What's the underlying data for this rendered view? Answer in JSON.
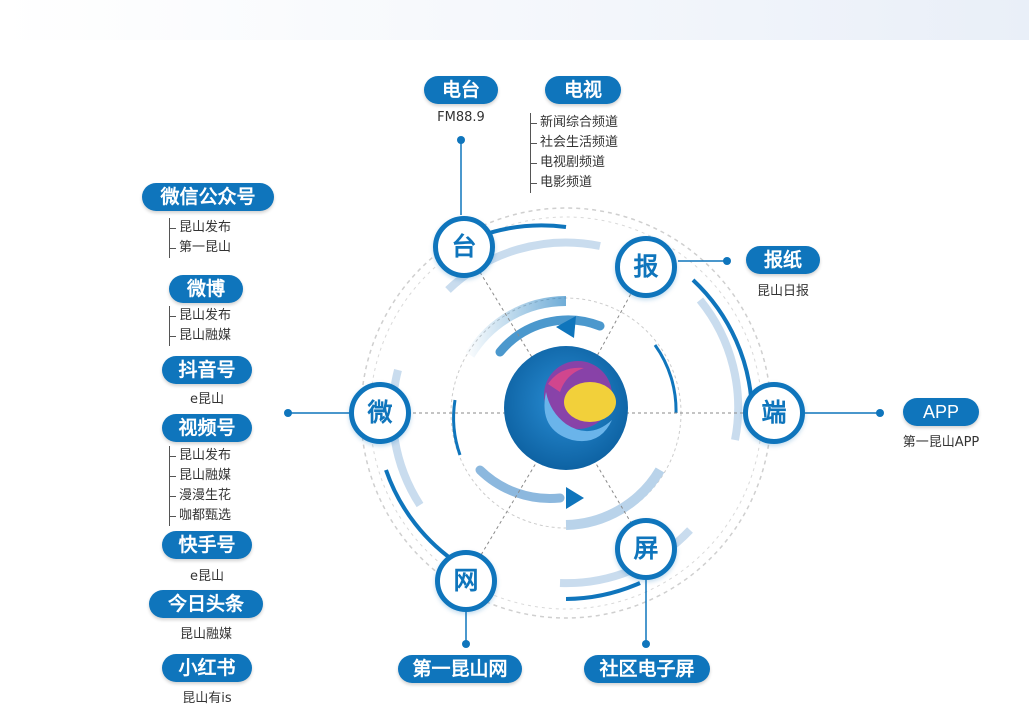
{
  "center": {
    "logo_icon": "media-sphere-logo-icon",
    "color": "#0f75bc"
  },
  "nodes": {
    "tai": "台",
    "bao": "报",
    "duan": "端",
    "ping": "屏",
    "wang": "网",
    "wei": "微"
  },
  "radio": {
    "title": "电台",
    "sub": "FM88.9"
  },
  "tv": {
    "title": "电视",
    "items": [
      "新闻综合频道",
      "社会生活频道",
      "电视剧频道",
      "电影频道"
    ]
  },
  "newspaper": {
    "title": "报纸",
    "sub": "昆山日报"
  },
  "app": {
    "title": "APP",
    "sub": "第一昆山APP"
  },
  "website": {
    "title": "第一昆山网"
  },
  "screen": {
    "title": "社区电子屏"
  },
  "wechat": {
    "title": "微信公众号",
    "items": [
      "昆山发布",
      "第一昆山"
    ]
  },
  "weibo": {
    "title": "微博",
    "items": [
      "昆山发布",
      "昆山融媒"
    ]
  },
  "douyin": {
    "title": "抖音号",
    "sub": "e昆山"
  },
  "video": {
    "title": "视频号",
    "items": [
      "昆山发布",
      "昆山融媒",
      "漫漫生花",
      "咖都甄选"
    ]
  },
  "kuaishou": {
    "title": "快手号",
    "sub": "e昆山"
  },
  "toutiao": {
    "title": "今日头条",
    "sub": "昆山融媒"
  },
  "xiaohongshu": {
    "title": "小红书",
    "sub": "昆山有is"
  },
  "colors": {
    "primary": "#0f75bc",
    "ring_light": "#b9d3ea",
    "dash": "#c8c8c8"
  }
}
